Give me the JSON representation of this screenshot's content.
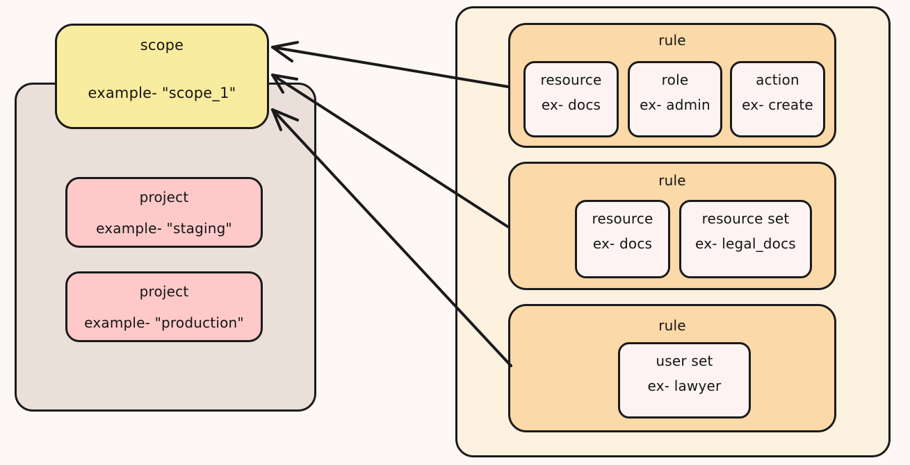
{
  "diagram": {
    "title": "scope rules and projects relationship diagram",
    "background_color": "#fdf8f6",
    "colors": {
      "scope": "#faec9e",
      "project": "#ffc9c9",
      "rule": "#fbd9a8",
      "card": "#fdf3f3",
      "container_left": "#eae0d9",
      "container_right": "#fdf1e0",
      "stroke": "#1a1a1a"
    }
  },
  "left_group": {
    "scope": {
      "title": "scope",
      "example": "example- \"scope_1\""
    },
    "projects": [
      {
        "title": "project",
        "example": "example- \"staging\""
      },
      {
        "title": "project",
        "example": "example- \"production\""
      }
    ]
  },
  "right_group": {
    "rules": [
      {
        "title": "rule",
        "cards": [
          {
            "title": "resource",
            "example": "ex- docs"
          },
          {
            "title": "role",
            "example": "ex- admin"
          },
          {
            "title": "action",
            "example": "ex- create"
          }
        ]
      },
      {
        "title": "rule",
        "cards": [
          {
            "title": "resource",
            "example": "ex- docs"
          },
          {
            "title": "resource set",
            "example": "ex- legal_docs"
          }
        ]
      },
      {
        "title": "rule",
        "cards": [
          {
            "title": "user set",
            "example": "ex- lawyer"
          }
        ]
      }
    ]
  },
  "connections": [
    {
      "from": "rule-1",
      "to": "scope",
      "style": "arrow"
    },
    {
      "from": "rule-2",
      "to": "scope",
      "style": "arrow"
    },
    {
      "from": "rule-3",
      "to": "scope",
      "style": "arrow"
    }
  ]
}
